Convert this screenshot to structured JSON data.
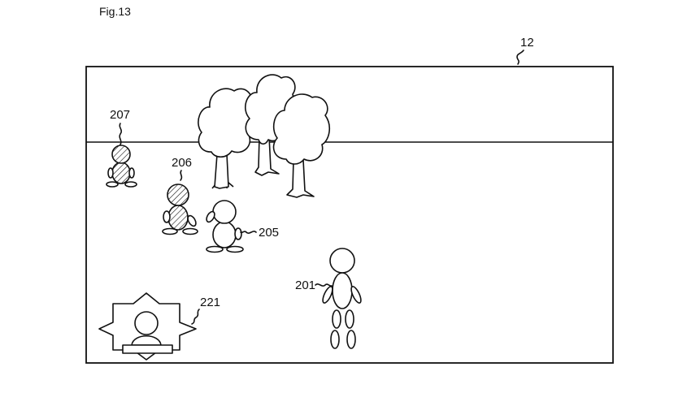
{
  "figure": {
    "title": "Fig.13"
  },
  "labels": {
    "display": "12",
    "player_character": "201",
    "character_205": "205",
    "character_206": "206",
    "character_207": "207",
    "indicator": "221"
  }
}
